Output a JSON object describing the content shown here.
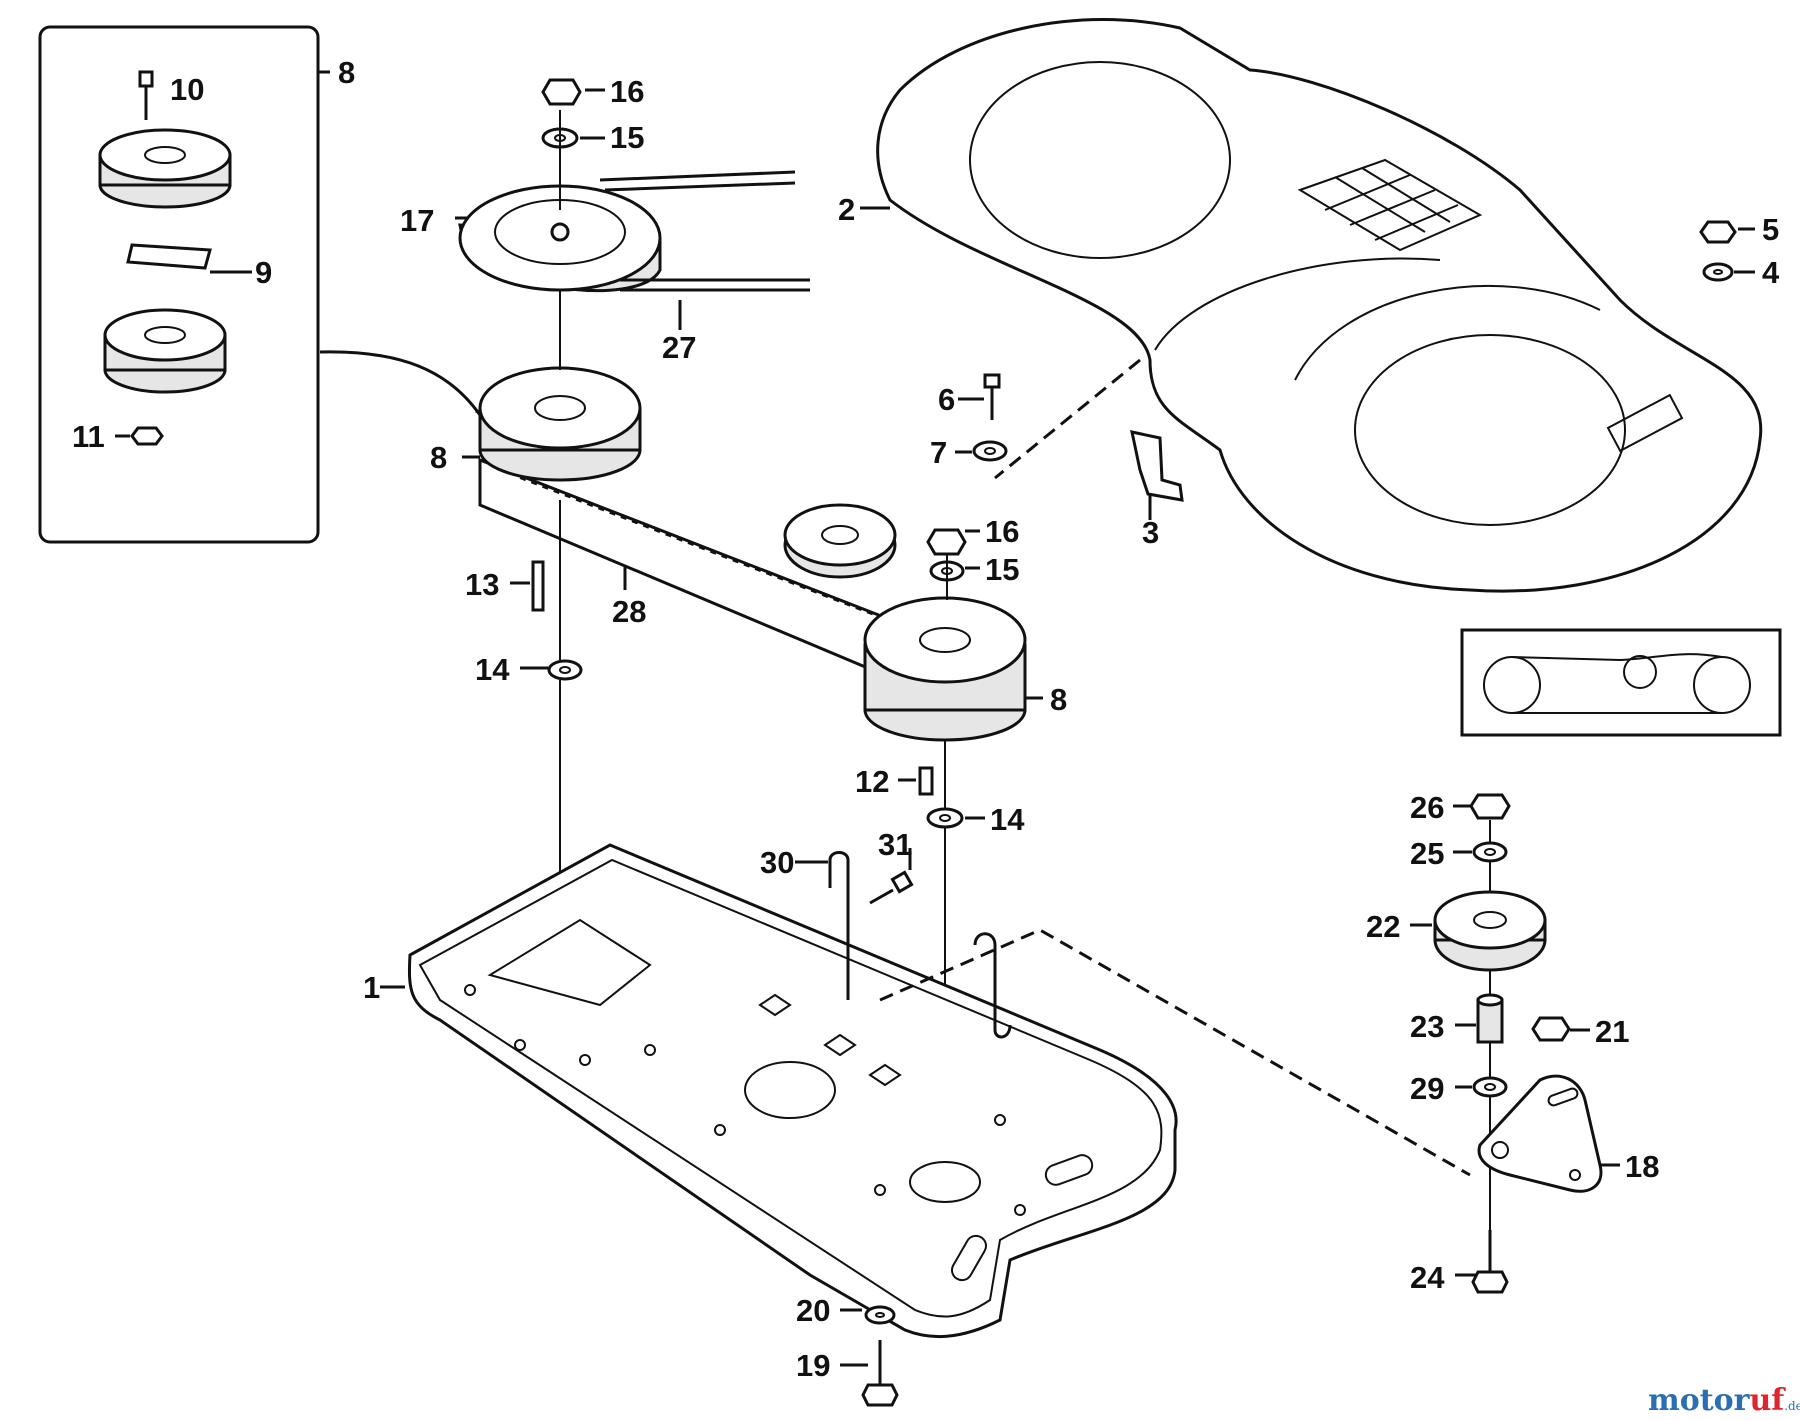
{
  "labels": [
    {
      "text": "1"
    },
    {
      "text": "2"
    },
    {
      "text": "3"
    },
    {
      "text": "4"
    },
    {
      "text": "5"
    },
    {
      "text": "6"
    },
    {
      "text": "7"
    },
    {
      "text": "8"
    },
    {
      "text": "8"
    },
    {
      "text": "8"
    },
    {
      "text": "8"
    },
    {
      "text": "9"
    },
    {
      "text": "10"
    },
    {
      "text": "11"
    },
    {
      "text": "12"
    },
    {
      "text": "13"
    },
    {
      "text": "14"
    },
    {
      "text": "14"
    },
    {
      "text": "15"
    },
    {
      "text": "15"
    },
    {
      "text": "15"
    },
    {
      "text": "16"
    },
    {
      "text": "16"
    },
    {
      "text": "17"
    },
    {
      "text": "18"
    },
    {
      "text": "19"
    },
    {
      "text": "20"
    },
    {
      "text": "21"
    },
    {
      "text": "22"
    },
    {
      "text": "23"
    },
    {
      "text": "24"
    },
    {
      "text": "25"
    },
    {
      "text": "26"
    },
    {
      "text": "27"
    },
    {
      "text": "28"
    },
    {
      "text": "29"
    },
    {
      "text": "30"
    },
    {
      "text": "31"
    }
  ],
  "watermark": {
    "part1": "motor",
    "part2": "uf",
    "tld": ".de"
  }
}
